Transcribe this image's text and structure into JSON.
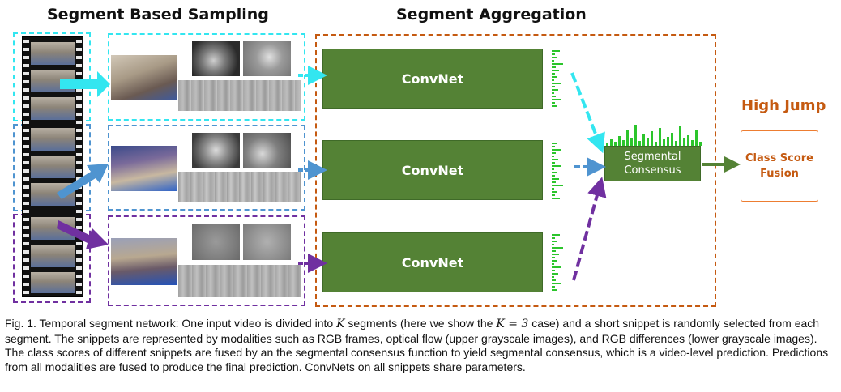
{
  "headings": {
    "sampling": "Segment Based Sampling",
    "aggregation": "Segment Aggregation"
  },
  "convnets": [
    "ConvNet",
    "ConvNet",
    "ConvNet"
  ],
  "consensus_label": "Segmental Consensus",
  "consensus_lines": [
    "Segmental",
    "Consensus"
  ],
  "fusion_lines": [
    "Class Score",
    "Fusion"
  ],
  "class_label": "High Jump",
  "caption": {
    "part1": "Fig. 1. Temporal segment network: One input video is divided into ",
    "K": "K",
    "part2": " segments (here we show the ",
    "K3": "K = 3",
    "part3": " case) and a short snippet is randomly selected from each segment. The snippets are represented by modalities such as RGB frames, optical flow (upper grayscale images), and RGB differences (lower grayscale images). The class scores of different snippets are fused by an the segmental consensus function to yield segmental consensus, which is a video-level prediction. Predictions from all modalities are fused to produce the final prediction. ConvNets on all snippets share parameters."
  },
  "colors": {
    "segment1": "#33e6f0",
    "segment2": "#4f94d0",
    "segment3": "#7030a0",
    "aggregation_border": "#c55a11",
    "convnet_fill": "#548235",
    "score_bars": "#2cc52c",
    "fusion_text": "#c55a11"
  }
}
